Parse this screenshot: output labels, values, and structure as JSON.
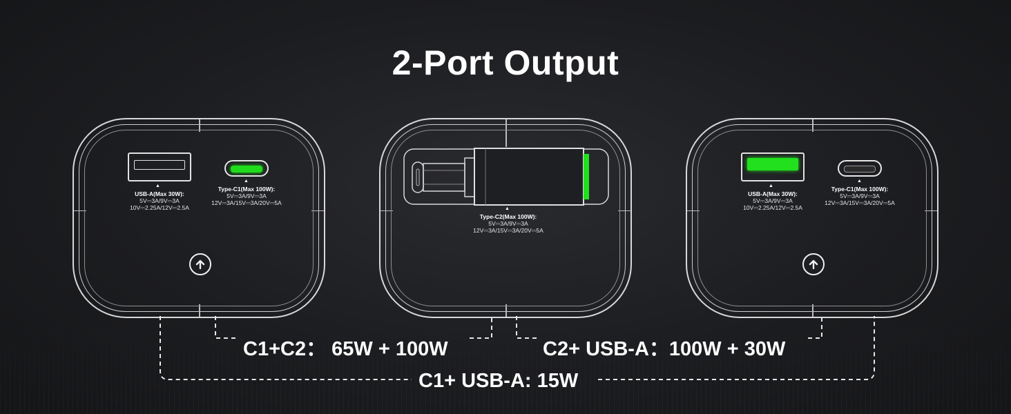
{
  "title": "2-Port Output",
  "ports": {
    "usb_a": {
      "heading": "USB-A(Max 30W):",
      "line1": "5V⎓3A/9V⎓3A",
      "line2": "10V⎓2.25A/12V⎓2.5A"
    },
    "type_c1": {
      "heading": "Type-C1(Max 100W):",
      "line1": "5V⎓3A/9V⎓3A",
      "line2": "12V⎓3A/15V⎓3A/20V⎓5A"
    },
    "type_c2": {
      "heading": "Type-C2(Max 100W):",
      "line1": "5V⎓3A/9V⎓3A",
      "line2": "12V⎓3A/15V⎓3A/20V⎓5A"
    }
  },
  "combinations": {
    "c1_c2": "C1+C2： 65W + 100W",
    "c2_usba": "C2+ USB-A：100W + 30W",
    "c1_usba": "C1+ USB-A: 15W"
  },
  "colors": {
    "background": "#1c1d20",
    "active_port": "#22e01e",
    "outline": "#d9d9d9"
  },
  "icons": {
    "power_button": "arrow-up-circle-icon"
  }
}
